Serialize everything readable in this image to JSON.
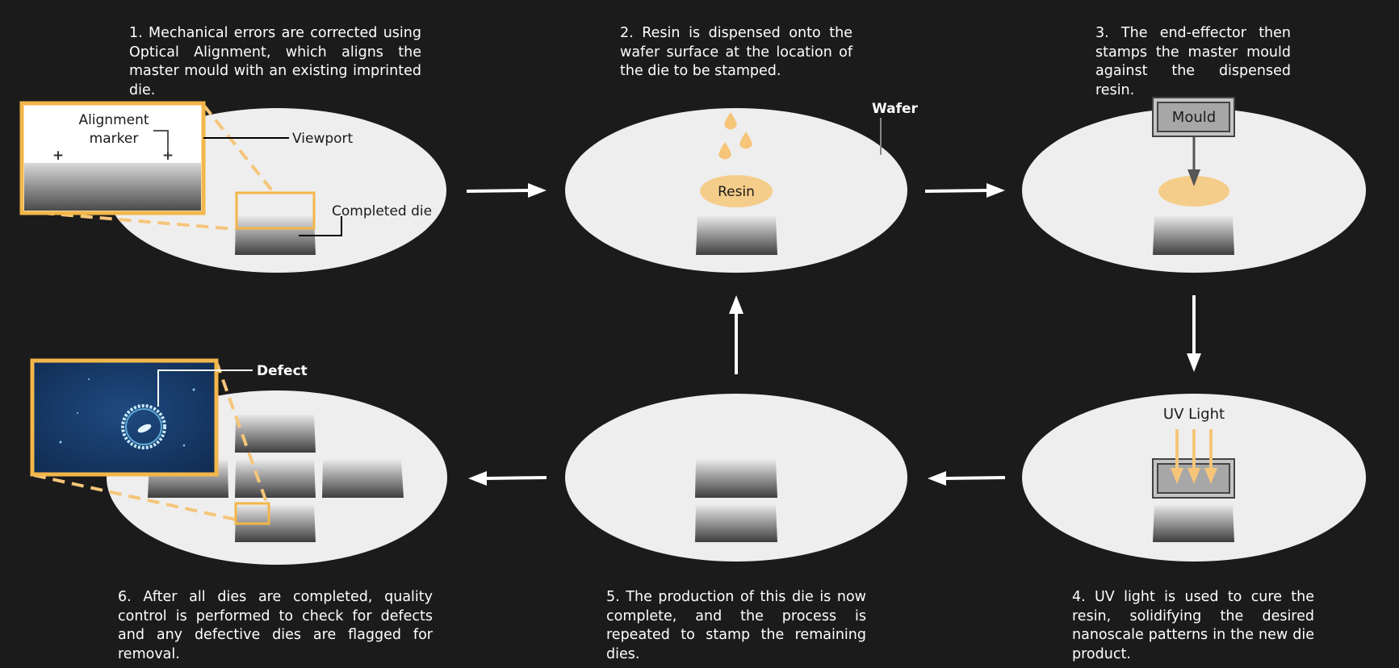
{
  "steps": [
    {
      "number": 1,
      "text": "1. Mechanical errors are corrected using Optical Alignment, which aligns the master mould with an existing imprinted die."
    },
    {
      "number": 2,
      "text": "2. Resin is dispensed onto the wafer surface at the location of the die to be stamped."
    },
    {
      "number": 3,
      "text": "3. The end-effector then stamps the master mould against the dispensed resin."
    },
    {
      "number": 4,
      "text": "4. UV light is used to cure the resin, solidifying the desired nanoscale patterns in the new die product."
    },
    {
      "number": 5,
      "text": "5. The production of this die is now complete, and the process is repeated to stamp the remaining dies."
    },
    {
      "number": 6,
      "text": "6. After all dies are completed, quality control is performed to check for defects and any defective dies are flagged for removal."
    }
  ],
  "labels": {
    "alignment_marker_line1": "Alignment",
    "alignment_marker_line2": "marker",
    "viewport": "Viewport",
    "completed_die": "Completed die",
    "wafer": "Wafer",
    "resin": "Resin",
    "mould": "Mould",
    "uv_light": "UV Light",
    "defect": "Defect",
    "alignment_mark_symbol": "+"
  },
  "colors": {
    "background": "#1b1b1b",
    "wafer": "#eeeeee",
    "accent": "#f6c57a",
    "resin": "#f5cd8a",
    "highlight_box": "#f3b64a",
    "arrow": "#ffffff",
    "text": "#ffffff",
    "defect_image": "#173a66"
  },
  "icons": [
    "resin-drop-icon",
    "flow-arrow-icon",
    "press-arrow-icon",
    "uv-arrow-icon",
    "alignment-mark-icon"
  ]
}
